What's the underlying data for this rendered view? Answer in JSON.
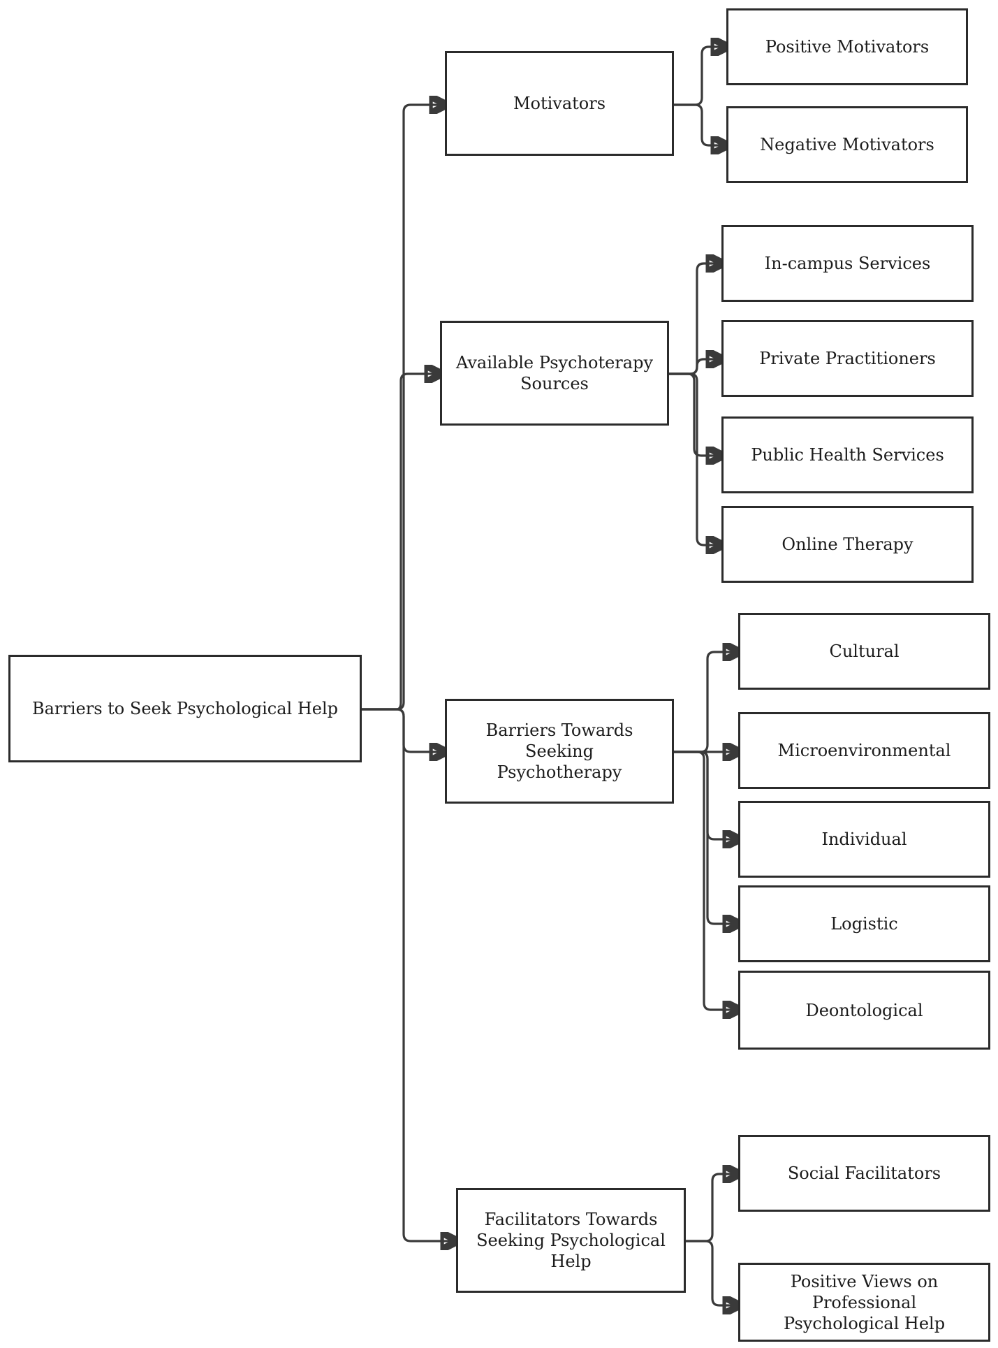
{
  "root": {
    "label": "Barriers to Seek Psychological Help"
  },
  "branches": [
    {
      "label": "Motivators",
      "children": [
        "Positive Motivators",
        "Negative Motivators"
      ]
    },
    {
      "label": "Available Psychoterapy\nSources",
      "children": [
        "In-campus Services",
        "Private Practitioners",
        "Public Health Services",
        "Online Therapy"
      ]
    },
    {
      "label": "Barriers Towards Seeking\nPsychotherapy",
      "children": [
        "Cultural",
        "Microenvironmental",
        "Individual",
        "Logistic",
        "Deontological"
      ]
    },
    {
      "label": "Facilitators Towards\nSeeking Psychological Help",
      "children": [
        "Social Facilitators",
        "Positive Views on Professional\nPsychological Help"
      ]
    }
  ],
  "colors": {
    "line": "#3a3a3a",
    "border": "#2b2b2b",
    "text": "#1c1c1c"
  }
}
